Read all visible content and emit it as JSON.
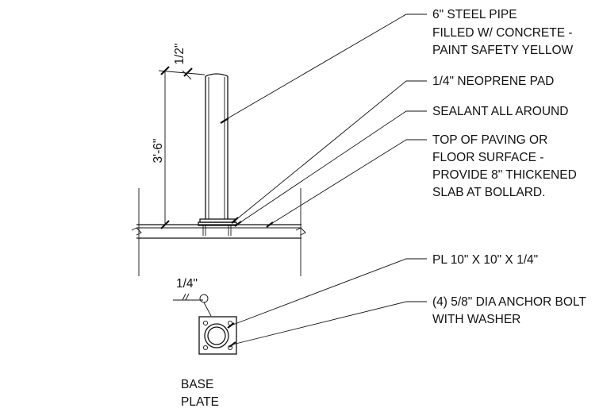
{
  "callouts": {
    "pipe": [
      "6\" STEEL PIPE",
      "FILLED W/ CONCRETE -",
      "PAINT SAFETY YELLOW"
    ],
    "pad": [
      "1/4\" NEOPRENE PAD"
    ],
    "sealant": [
      "SEALANT ALL AROUND"
    ],
    "paving": [
      "TOP OF PAVING OR",
      "FLOOR SURFACE -",
      "PROVIDE 8\" THICKENED",
      "SLAB AT BOLLARD."
    ],
    "plate": [
      "PL 10\" X 10\" X 1/4\""
    ],
    "bolt": [
      "(4) 5/8\" DIA ANCHOR BOLT",
      "WITH WASHER"
    ]
  },
  "dimensions": {
    "top_offset": "1/2\"",
    "height": "3'-6\"",
    "weld": "1/4\""
  },
  "base_plate_label": [
    "BASE",
    "PLATE"
  ],
  "colors": {
    "line": "#111111",
    "background": "#ffffff"
  }
}
